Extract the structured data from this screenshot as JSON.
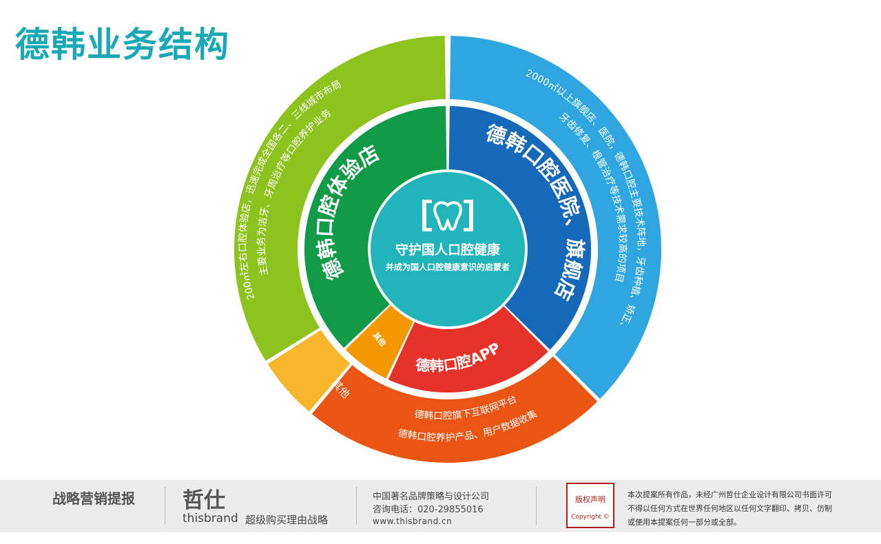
{
  "title": "德韩业务结构",
  "center": {
    "logo_icon": "tooth-logo-icon",
    "headline": "守护国人口腔健康",
    "subline": "并成为国人口腔健康意识的启蒙者"
  },
  "segments": {
    "experience_store": {
      "label": "德韩口腔体验店",
      "description_lines": [
        "200㎡左右口腔体验店，迅速完成全国各二、三线城市布局",
        "主要业务为洁牙、牙周治疗等口腔养护业务"
      ],
      "color_inner": "#119a48",
      "color_outer": "#8dc21f"
    },
    "hospital": {
      "label": "德韩口腔医院、旗舰店",
      "description_lines": [
        "2000㎡以上旗舰店、医院，德韩口腔主要技术阵地，牙齿种植、矫正、",
        "牙齿修复、根管治疗等技术需求较高的项目"
      ],
      "color_inner": "#1668b9",
      "color_outer": "#2fa6e0"
    },
    "app": {
      "label": "德韩口腔APP",
      "description_lines": [
        "德韩口腔旗下互联网平台",
        "德韩口腔养护产品、用户数据收集"
      ],
      "color_inner": "#e5332a",
      "color_outer": "#ea5514"
    },
    "other": {
      "label": "其他",
      "color_inner": "#f39800",
      "color_outer": "#f8b62d"
    },
    "center_color": "#21b5bb"
  },
  "footer": {
    "slogan": "战略营销提报",
    "brand_name": "哲仕",
    "brand_en": "thisbrand",
    "tagline": "超级购买理由战略",
    "company": "中国著名品牌策略与设计公司",
    "phone": "咨询电话：020-29855016",
    "website": "www.thisbrand.cn",
    "stamp_title": "版权声明",
    "stamp_copyright": "Copyright ©",
    "notice_lines": [
      "本次提案所有作品，未经广州哲仕企业设计有限公司书面许可",
      "不得以任何方式在世界任何地区以任何文字翻印、拷贝、仿制",
      "或使用本提案任何一部分或全部。"
    ]
  }
}
